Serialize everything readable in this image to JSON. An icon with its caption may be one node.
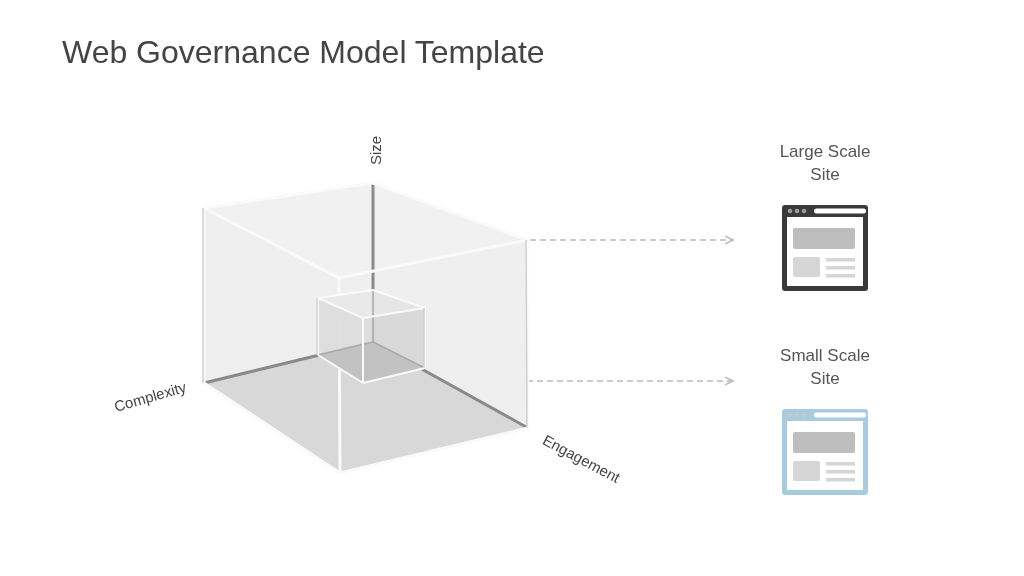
{
  "diagram": {
    "title": "Web Governance Model Template",
    "nodes": [
      {
        "text": [],
        "shape": "cube"
      },
      {
        "text": [],
        "shape": "cube",
        "in": 0
      },
      {
        "text": [
          "Large Scale Site"
        ]
      },
      {
        "text": [
          "Small Scale Site"
        ]
      }
    ],
    "edges": [
      {
        "from": 0,
        "to": 2,
        "arrow": "to",
        "style": "dashed"
      },
      {
        "from": 1,
        "to": 3,
        "arrow": "to",
        "style": "dashed"
      }
    ],
    "labels": [
      "Size",
      "Complexity",
      "Engagement"
    ]
  }
}
